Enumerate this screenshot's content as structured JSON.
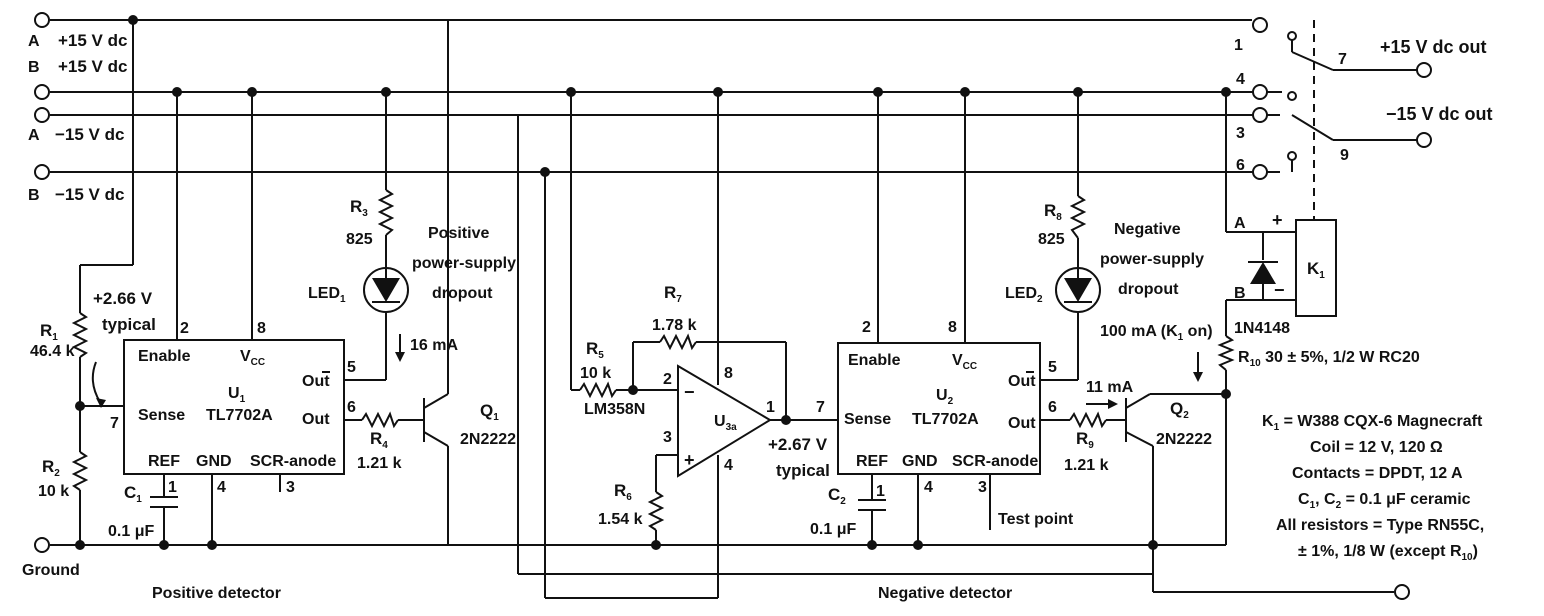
{
  "inputs": {
    "a_pos_letter": "A",
    "a_pos": "+15 V dc",
    "b_pos_letter": "B",
    "b_pos": "+15 V dc",
    "a_neg_letter": "A",
    "a_neg": "−15 V dc",
    "b_neg_letter": "B",
    "b_neg": "−15 V dc",
    "ground": "Ground"
  },
  "outputs": {
    "pos_out": "+15 V dc out",
    "neg_out": "−15 V dc out"
  },
  "positive_detector": {
    "section": "Positive detector",
    "r1_name": "R",
    "r1_sub": "1",
    "r1_value": "46.4 k",
    "r2_name": "R",
    "r2_sub": "2",
    "r2_value": "10 k",
    "sense_voltage": "+2.66 V",
    "sense_typical": "typical",
    "c1_name": "C",
    "c1_sub": "1",
    "c1_value": "0.1 μF",
    "c1_pin": "1",
    "u1": {
      "pin_enable": "2",
      "pin_vcc": "8",
      "pin_out_bar": "5",
      "pin_out": "6",
      "pin_sense": "7",
      "pin_gnd": "4",
      "pin_scr": "3",
      "enable": "Enable",
      "vcc": "V",
      "vcc_sub": "CC",
      "name": "U",
      "name_sub": "1",
      "part": "TL7702A",
      "out_bar": "Out",
      "out": "Out",
      "sense": "Sense",
      "ref": "REF",
      "gnd": "GND",
      "scr": "SCR-anode"
    },
    "r3_name": "R",
    "r3_sub": "3",
    "r3_value": "825",
    "led_name": "LED",
    "led_sub": "1",
    "led_label_1": "Positive",
    "led_label_2": "power-supply",
    "led_label_3": "dropout",
    "current": "16 mA",
    "r4_name": "R",
    "r4_sub": "4",
    "r4_value": "1.21 k",
    "q1_name": "Q",
    "q1_sub": "1",
    "q1_part": "2N2222"
  },
  "opamp": {
    "r5_name": "R",
    "r5_sub": "5",
    "r5_value": "10 k",
    "r7_name": "R",
    "r7_sub": "7",
    "r7_value": "1.78 k",
    "r6_name": "R",
    "r6_sub": "6",
    "r6_value": "1.54 k",
    "part": "LM358N",
    "name": "U",
    "name_sub": "3a",
    "pin_inv": "2",
    "pin_noninv": "3",
    "pin_vcc": "8",
    "pin_gnd": "4",
    "pin_out": "1",
    "minus": "−",
    "plus": "+",
    "out_voltage": "+2.67 V",
    "out_typical": "typical"
  },
  "negative_detector": {
    "section": "Negative detector",
    "c2_name": "C",
    "c2_sub": "2",
    "c2_value": "0.1 μF",
    "c2_pin": "1",
    "test_point": "Test point",
    "u2": {
      "pin_enable": "2",
      "pin_vcc": "8",
      "pin_out_bar": "5",
      "pin_out": "6",
      "pin_sense": "7",
      "pin_gnd": "4",
      "pin_scr": "3",
      "enable": "Enable",
      "vcc": "V",
      "vcc_sub": "CC",
      "name": "U",
      "name_sub": "2",
      "part": "TL7702A",
      "out_bar": "Out",
      "out": "Out",
      "sense": "Sense",
      "ref": "REF",
      "gnd": "GND",
      "scr": "SCR-anode"
    },
    "r8_name": "R",
    "r8_sub": "8",
    "r8_value": "825",
    "led_name": "LED",
    "led_sub": "2",
    "led_label_1": "Negative",
    "led_label_2": "power-supply",
    "led_label_3": "dropout",
    "current_relay": "100 mA (K",
    "current_relay_sub": "1",
    "current_relay_end": " on)",
    "current_base": "11 mA",
    "r9_name": "R",
    "r9_sub": "9",
    "r9_value": "1.21 k",
    "q2_name": "Q",
    "q2_sub": "2",
    "q2_part": "2N2222"
  },
  "relay": {
    "name": "K",
    "name_sub": "1",
    "pin_a": "A",
    "pin_b": "B",
    "plus": "+",
    "minus": "−",
    "diode": "1N4148",
    "r10_name": "R",
    "r10_sub": "10",
    "r10_value": " 30 ± 5%, 1/2 W RC20",
    "contact_1": "1",
    "contact_7": "7",
    "contact_4": "4",
    "contact_3": "3",
    "contact_9": "9",
    "contact_6": "6"
  },
  "notes": {
    "k1_a": "K",
    "k1_sub": "1",
    "k1_b": " = W388 CQX-6 Magnecraft",
    "coil": "Coil = 12 V, 120 Ω",
    "contacts": "Contacts = DPDT, 12 A",
    "caps_a": "C",
    "caps_sub1": "1",
    "caps_b": ", C",
    "caps_sub2": "2",
    "caps_c": " = 0.1 μF ceramic",
    "resistors_1": "All resistors = Type RN55C,",
    "resistors_2": "± 1%, 1/8 W (except R",
    "resistors_sub": "10",
    "resistors_end": ")"
  }
}
